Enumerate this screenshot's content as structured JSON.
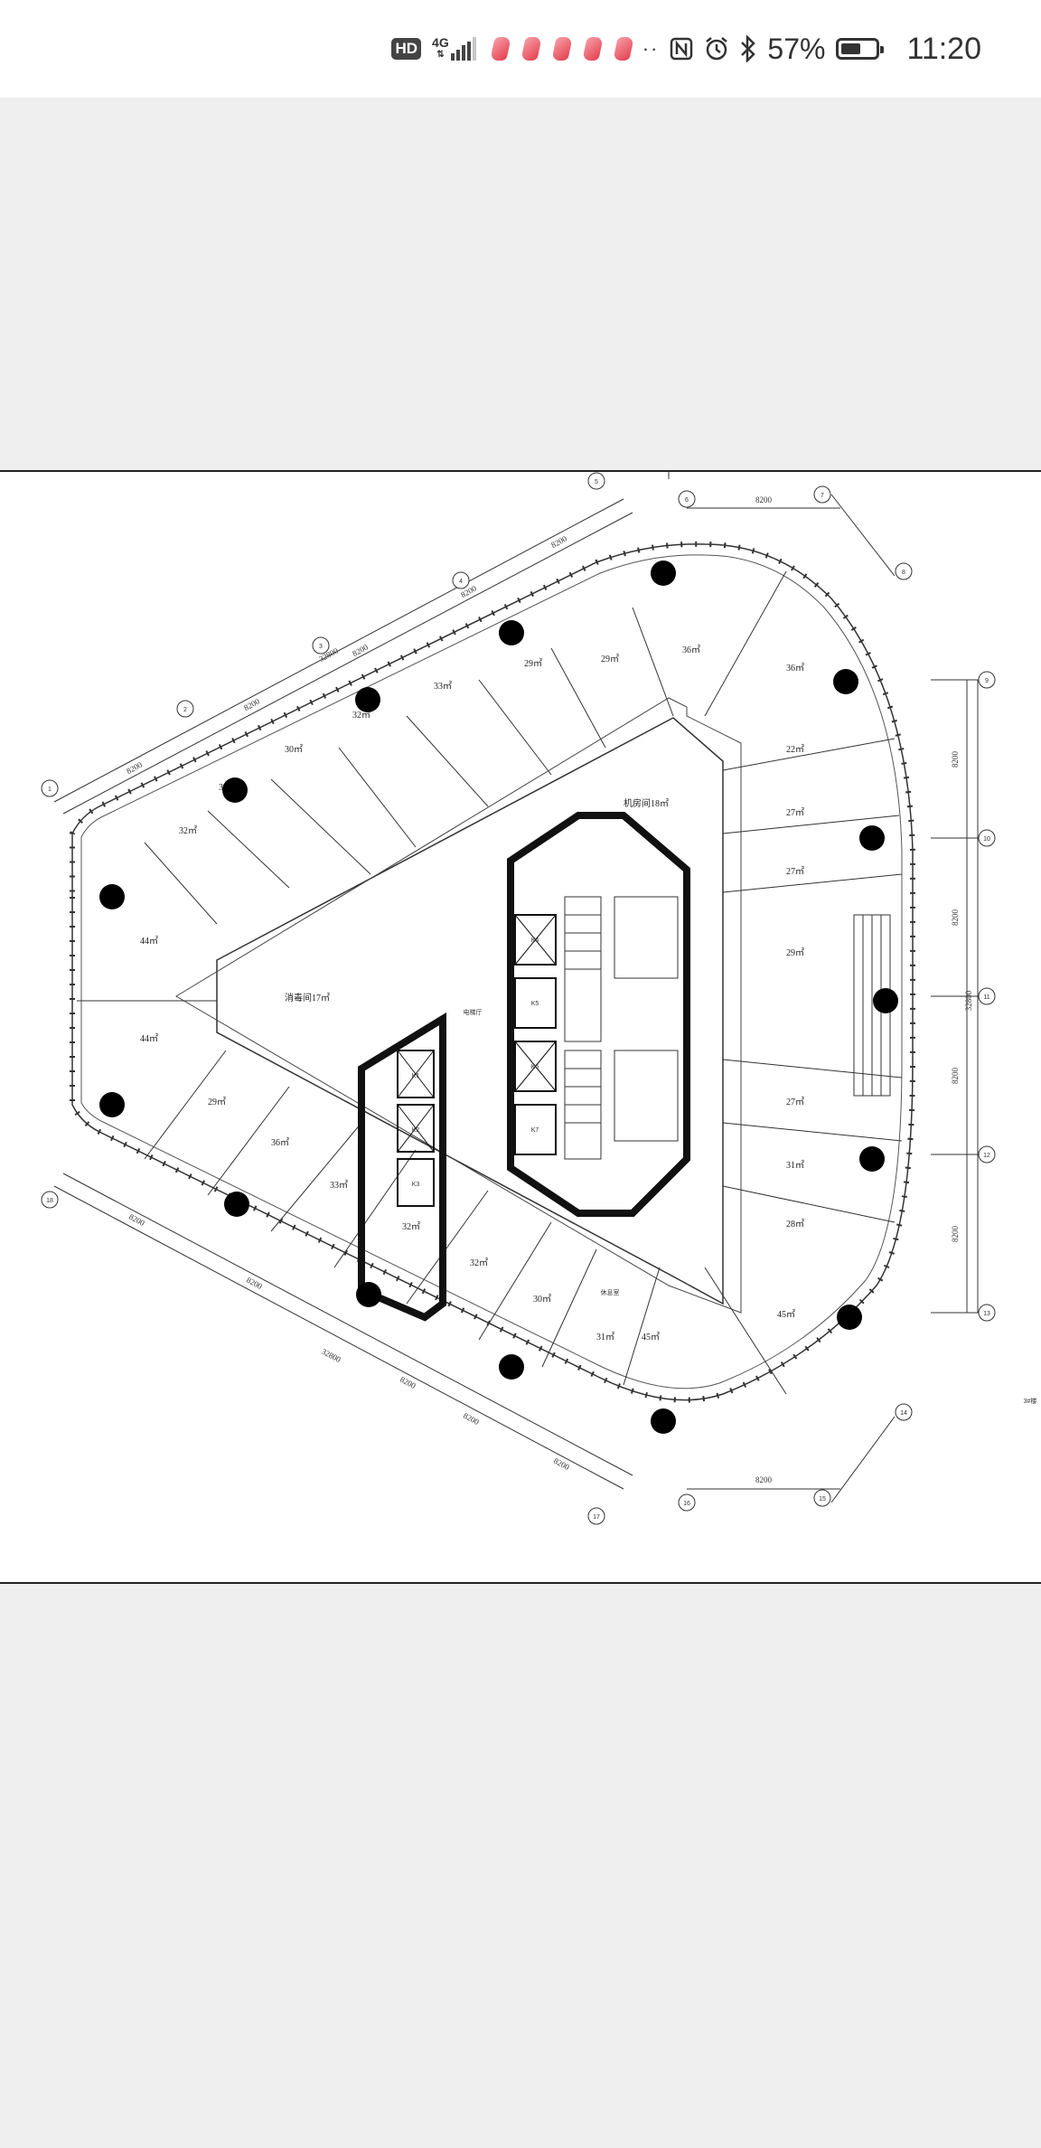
{
  "status_bar": {
    "hd": "HD",
    "network": "4G",
    "signal_level": 0.8,
    "overflow_dots": "··",
    "battery_percent": "57%",
    "battery_level": 0.57,
    "time": "11:20"
  },
  "plan": {
    "areas_north": [
      "32㎡",
      "30㎡",
      "33㎡",
      "32㎡",
      "33㎡",
      "29㎡",
      "29㎡",
      "36㎡",
      "36㎡"
    ],
    "areas_east": [
      "22㎡",
      "27㎡",
      "27㎡",
      "29㎡",
      "27㎡",
      "31㎡",
      "28㎡",
      "45㎡"
    ],
    "areas_south": [
      "29㎡",
      "36㎡",
      "33㎡",
      "32㎡",
      "32㎡",
      "30㎡",
      "31㎡",
      "45㎡"
    ],
    "areas_west": [
      "44㎡",
      "44㎡"
    ],
    "dimension": "8200",
    "total_dimension": "32800",
    "room_labels": {
      "fire_room": "消毒间17㎡",
      "equipment_room": "机房间18㎡",
      "elevator_hall": "电梯厅",
      "rest_room": "休息室",
      "corner_note": "3#楼"
    },
    "elevators": [
      "K1",
      "K2",
      "K3",
      "K4",
      "K5",
      "K6",
      "K7"
    ],
    "grid_marks": [
      "1",
      "2",
      "3",
      "4",
      "5",
      "6",
      "7",
      "8",
      "9",
      "10",
      "11",
      "12",
      "13",
      "14",
      "15",
      "16",
      "17",
      "18"
    ]
  }
}
